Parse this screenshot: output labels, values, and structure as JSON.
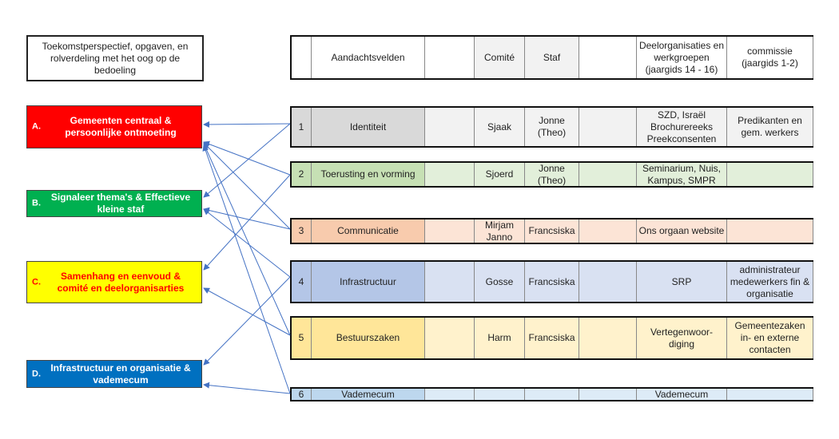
{
  "header": {
    "left": "Toekomstperspectief, opgaven, en rolverdeling met het  oog op de bedoeling",
    "cols": [
      "",
      "Aandachtsvelden",
      "",
      "Comité",
      "Staf",
      "",
      "Deelorganisaties en werkgroepen (jaargids 14 - 16)",
      "commissie (jaargids 1-2)"
    ]
  },
  "goals": [
    {
      "letter": "A.",
      "text": "Gemeenten centraal & persoonlijke ontmoeting",
      "bg": "#ff0000",
      "fg": "#ffffff"
    },
    {
      "letter": "B.",
      "text": "Signaleer thema's & Effectieve kleine staf",
      "bg": "#00b050",
      "fg": "#ffffff"
    },
    {
      "letter": "C.",
      "text": "Samenhang en eenvoud & comité en deelorganisarties",
      "bg": "#ffff00",
      "fg": "#ff0000"
    },
    {
      "letter": "D.",
      "text": "Infrastructuur en organisatie & vademecum",
      "bg": "#0070c0",
      "fg": "#ffffff"
    }
  ],
  "rows": [
    {
      "num": "1",
      "field": "Identiteit",
      "comite": "Sjaak",
      "staf": "Jonne (Theo)",
      "deel": "SZD, Israël Brochurereeks Preekconsenten",
      "commissie": "Predikanten en gem. werkers",
      "dark": "#d9d9d9",
      "light": "#f2f2f2"
    },
    {
      "num": "2",
      "field": "Toerusting en vorming",
      "comite": "Sjoerd",
      "staf": "Jonne (Theo)",
      "deel": "Seminarium, Nuis, Kampus,  SMPR",
      "commissie": "",
      "dark": "#c6e0b4",
      "light": "#e2efda"
    },
    {
      "num": "3",
      "field": "Communicatie",
      "comite": "Mirjam Janno",
      "staf": "Francsiska",
      "deel": "Ons orgaan website",
      "commissie": "",
      "dark": "#f8cbad",
      "light": "#fce4d6"
    },
    {
      "num": "4",
      "field": "Infrastructuur",
      "comite": "Gosse",
      "staf": "Francsiska",
      "deel": "SRP",
      "commissie": "administrateur medewerkers  fin & organisatie",
      "dark": "#b4c6e7",
      "light": "#d9e1f2"
    },
    {
      "num": "5",
      "field": "Bestuurszaken",
      "comite": "Harm",
      "staf": "Francsiska",
      "deel": "Vertegenwoor-diging",
      "commissie": "Gemeentezaken in- en externe contacten",
      "dark": "#ffe699",
      "light": "#fff2cc"
    },
    {
      "num": "6",
      "field": "Vademecum",
      "comite": "",
      "staf": "",
      "deel": "Vademecum",
      "commissie": "",
      "dark": "#bdd7ee",
      "light": "#ddebf7"
    }
  ],
  "colors": {
    "line": "#4472c4"
  }
}
